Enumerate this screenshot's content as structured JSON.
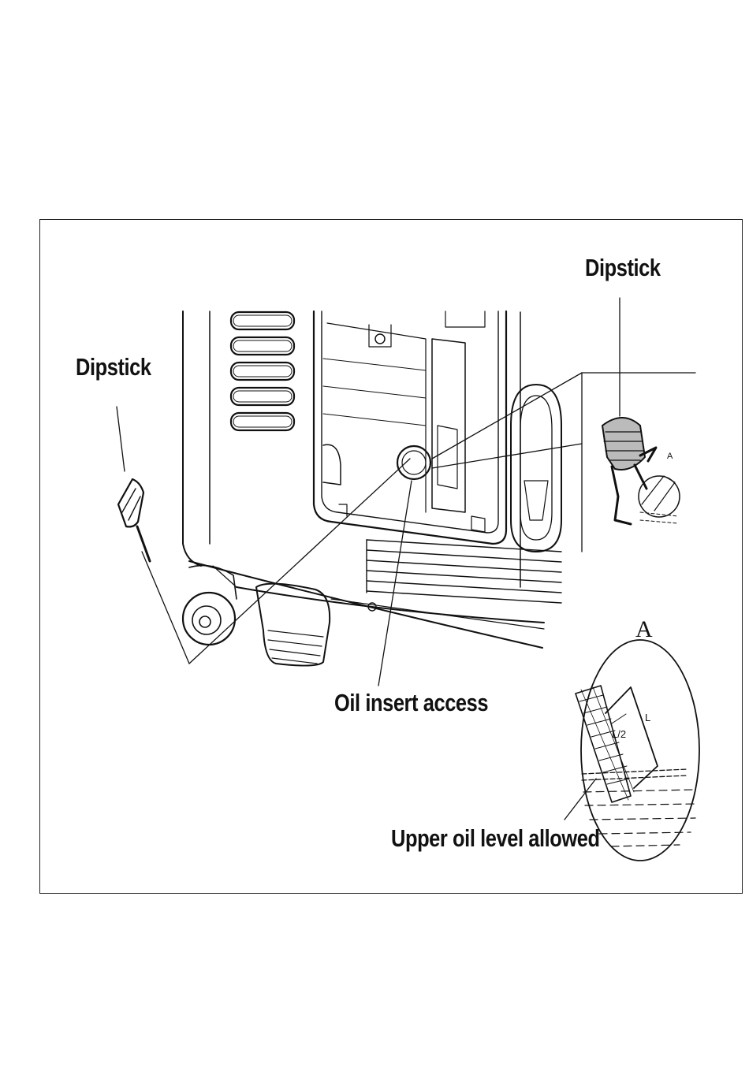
{
  "labels": {
    "dipstick_left": "Dipstick",
    "dipstick_right": "Dipstick",
    "oil_insert": "Oil insert access",
    "upper_oil": "Upper oil level allowed"
  },
  "detail": {
    "marker_small": "A",
    "marker_large": "A",
    "half_length": "L/2",
    "length": "L"
  }
}
